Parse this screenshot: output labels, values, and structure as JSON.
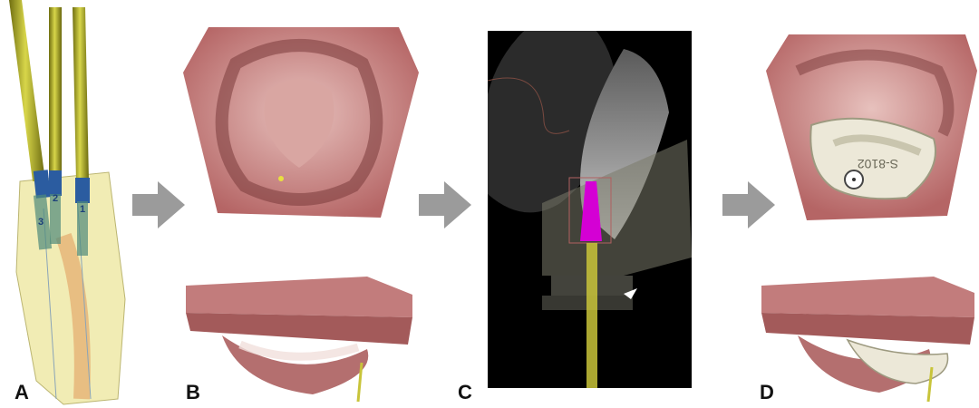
{
  "figure": {
    "panels": [
      {
        "id": "A",
        "label": "A"
      },
      {
        "id": "B",
        "label": "B"
      },
      {
        "id": "C",
        "label": "C"
      },
      {
        "id": "D",
        "label": "D"
      }
    ],
    "implant_numbers": [
      "1",
      "2",
      "3"
    ],
    "guide_engraving": "S-8102",
    "colors": {
      "drill_sleeve": "#b8b72a",
      "bone_model": "#efe7a8",
      "soft_tissue": "#b96b6b",
      "guide": "#ece8d8",
      "implant_highlight": "#d400d4",
      "arrow": "#9b9b9b",
      "ct_background": "#000000"
    }
  }
}
